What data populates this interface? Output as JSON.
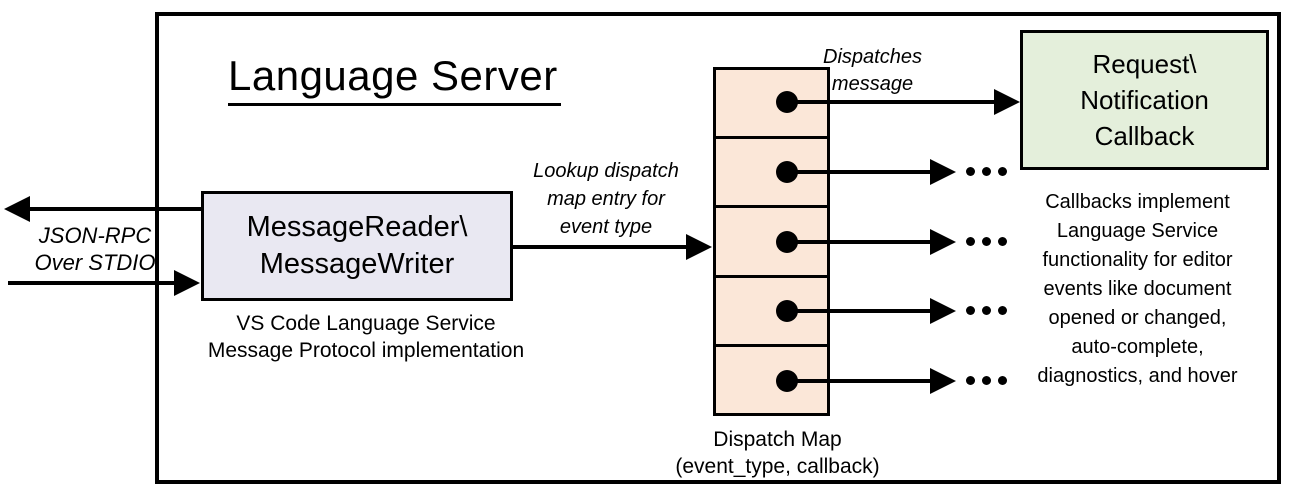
{
  "title": "Language Server",
  "io_label": {
    "line1": "JSON-RPC",
    "line2": "Over STDIO"
  },
  "message_reader": {
    "line1": "MessageReader\\",
    "line2": "MessageWriter",
    "caption1": "VS Code Language Service",
    "caption2": "Message Protocol implementation"
  },
  "lookup_label": {
    "line1": "Lookup dispatch",
    "line2": "map entry for",
    "line3": "event type"
  },
  "dispatches_label": {
    "line1": "Dispatches",
    "line2": "message"
  },
  "dispatch_map": {
    "cells": 5,
    "caption1": "Dispatch Map",
    "caption2": "(event_type, callback)",
    "ellipsis": "…"
  },
  "callback_box": {
    "line1": "Request\\",
    "line2": "Notification",
    "line3": "Callback"
  },
  "callbacks_note": {
    "lines": [
      "Callbacks implement",
      "Language Service",
      "functionality for editor",
      "events like document",
      "opened or changed,",
      "auto-complete,",
      "diagnostics, and hover"
    ]
  },
  "colors": {
    "reader_fill": "#e9e8f2",
    "map_fill": "#fbe7d8",
    "callback_fill": "#e4efdb",
    "line": "#000000",
    "background": "#ffffff"
  }
}
